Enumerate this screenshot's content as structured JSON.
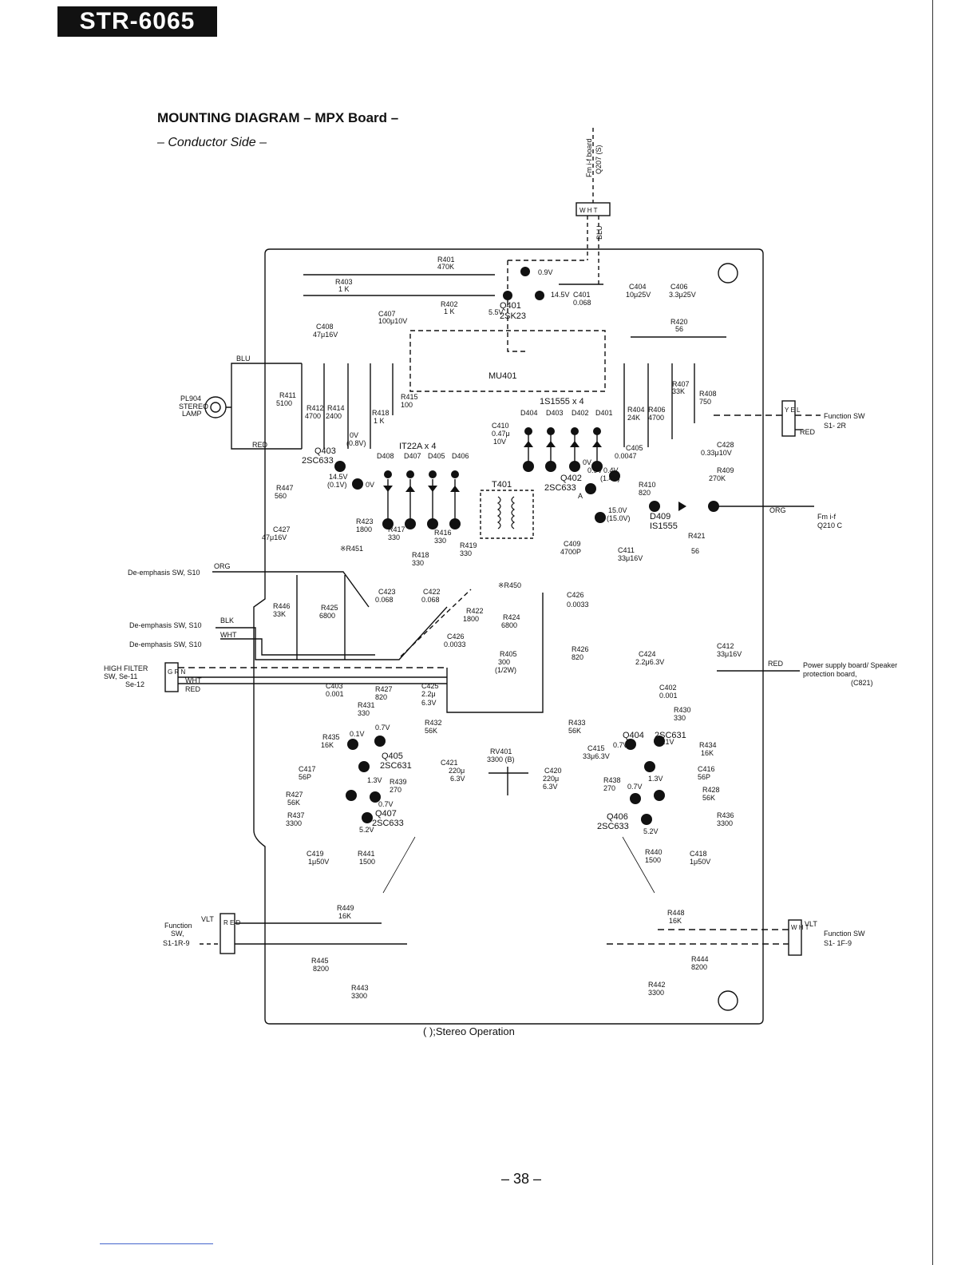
{
  "header": {
    "model": "STR-6065"
  },
  "title": "MOUNTING DIAGRAM – MPX Board –",
  "subtitle": "– Conductor Side –",
  "footnote": "(   );Stereo Operation",
  "page_number": "– 38 –",
  "connectors": {
    "top": {
      "pins": "W H T",
      "wire": "BLU",
      "label1": "Fm i-f board",
      "label2": "Q207 (S)"
    },
    "function_right": {
      "pins": "Y E L",
      "wire": "RED",
      "label1": "Function SW",
      "label2": "S1- 2R"
    },
    "fm_if_q210": {
      "wire": "ORG",
      "label1": "Fm i-f",
      "label2": "Q210 C"
    },
    "power": {
      "wire": "RED",
      "label1": "Power supply board/ Speaker",
      "label2": "protection board,",
      "label3": "(C821)"
    },
    "high_filter": {
      "pins": "G R N",
      "label1": "HIGH FILTER",
      "label2": "SW, Se-11",
      "label3": "Se-12",
      "wire1": "WHT",
      "wire2": "RED"
    },
    "deemph1": {
      "label": "De-emphasis SW, S10",
      "wire": "ORG"
    },
    "deemph2": {
      "label": "De-emphasis SW, S10",
      "wire": "BLK"
    },
    "deemph3": {
      "label": "De-emphasis SW, S10",
      "wire": "WHT"
    },
    "func_left": {
      "pins": "R E D",
      "wire": "VLT",
      "label1": "Function",
      "label2": "SW,",
      "label3": "S1-1R-9"
    },
    "func_right_bottom": {
      "pins": "W H T",
      "wire": "VLT",
      "label1": "Function SW",
      "label2": "S1- 1F-9"
    },
    "lamp": {
      "label1": "PL904",
      "label2": "STEREO",
      "label3": "LAMP",
      "wire1": "BLU",
      "wire2": "RED"
    }
  },
  "parts": [
    {
      "id": "r401",
      "text": "R401"
    },
    {
      "id": "r401v",
      "text": "470K"
    },
    {
      "id": "r403",
      "text": "R403"
    },
    {
      "id": "r403v",
      "text": "1 K"
    },
    {
      "id": "r402",
      "text": "R402"
    },
    {
      "id": "r402v",
      "text": "1 K"
    },
    {
      "id": "c408",
      "text": "C408"
    },
    {
      "id": "c408v",
      "text": "47μ16V"
    },
    {
      "id": "c407",
      "text": "C407"
    },
    {
      "id": "c407v",
      "text": "100μ10V"
    },
    {
      "id": "q401v1",
      "text": "0.9V"
    },
    {
      "id": "q401v2",
      "text": "14.5V"
    },
    {
      "id": "q401v3",
      "text": "5.5V"
    },
    {
      "id": "q401",
      "text": "Q401"
    },
    {
      "id": "q401t",
      "text": "2SK23"
    },
    {
      "id": "c401",
      "text": "C401"
    },
    {
      "id": "c401v",
      "text": "0.068"
    },
    {
      "id": "c404",
      "text": "C404"
    },
    {
      "id": "c404v",
      "text": "10μ25V"
    },
    {
      "id": "c406",
      "text": "C406"
    },
    {
      "id": "c406v",
      "text": "3.3μ25V"
    },
    {
      "id": "r420",
      "text": "R420"
    },
    {
      "id": "r420v",
      "text": "56"
    },
    {
      "id": "mu401",
      "text": "MU401"
    },
    {
      "id": "r411",
      "text": "R411"
    },
    {
      "id": "r411v",
      "text": "5100"
    },
    {
      "id": "r412",
      "text": "R412"
    },
    {
      "id": "r412v",
      "text": "4700"
    },
    {
      "id": "r414",
      "text": "R414"
    },
    {
      "id": "r414v",
      "text": "2400"
    },
    {
      "id": "r418",
      "text": "R418"
    },
    {
      "id": "r418v",
      "text": "1 K"
    },
    {
      "id": "r415",
      "text": "R415"
    },
    {
      "id": "r415v",
      "text": "100"
    },
    {
      "id": "is1555",
      "text": "1S1555 x 4"
    },
    {
      "id": "d404",
      "text": "D404"
    },
    {
      "id": "d403",
      "text": "D403"
    },
    {
      "id": "d402",
      "text": "D402"
    },
    {
      "id": "d401",
      "text": "D401"
    },
    {
      "id": "r404",
      "text": "R404"
    },
    {
      "id": "r404v",
      "text": "24K"
    },
    {
      "id": "r406",
      "text": "R406"
    },
    {
      "id": "r406v",
      "text": "4700"
    },
    {
      "id": "r407",
      "text": "R407"
    },
    {
      "id": "r407v",
      "text": "33K"
    },
    {
      "id": "r408",
      "text": "R408"
    },
    {
      "id": "r408v",
      "text": "750"
    },
    {
      "id": "c410",
      "text": "C410"
    },
    {
      "id": "c410v",
      "text": "0.47μ"
    },
    {
      "id": "c410v2",
      "text": "10V"
    },
    {
      "id": "q403v1",
      "text": "0V"
    },
    {
      "id": "q403v2",
      "text": "(0.8V)"
    },
    {
      "id": "q403",
      "text": "Q403"
    },
    {
      "id": "q403t",
      "text": "2SC633"
    },
    {
      "id": "it22a",
      "text": "IT22A x 4"
    },
    {
      "id": "d408",
      "text": "D408"
    },
    {
      "id": "d407",
      "text": "D407"
    },
    {
      "id": "d405",
      "text": "D405"
    },
    {
      "id": "d406",
      "text": "D406"
    },
    {
      "id": "c405",
      "text": "C405"
    },
    {
      "id": "c405v",
      "text": "0.0047"
    },
    {
      "id": "c428",
      "text": "C428"
    },
    {
      "id": "c428v",
      "text": "0.33μ10V"
    },
    {
      "id": "r409",
      "text": "R409"
    },
    {
      "id": "r409v",
      "text": "270K"
    },
    {
      "id": "q403v3",
      "text": "14.5V"
    },
    {
      "id": "q403v4",
      "text": "(0.1V)"
    },
    {
      "id": "q403v5",
      "text": "0V"
    },
    {
      "id": "q402v1",
      "text": "0V"
    },
    {
      "id": "q402v2",
      "text": "0.9V"
    },
    {
      "id": "q402v3",
      "text": "0.4V"
    },
    {
      "id": "q402v4",
      "text": "(1.4V)"
    },
    {
      "id": "q402",
      "text": "Q402"
    },
    {
      "id": "q402t",
      "text": "2SC633"
    },
    {
      "id": "q402a",
      "text": "A"
    },
    {
      "id": "r410",
      "text": "R410"
    },
    {
      "id": "r410v",
      "text": "820"
    },
    {
      "id": "r447",
      "text": "R447"
    },
    {
      "id": "r447v",
      "text": "560"
    },
    {
      "id": "t401",
      "text": "T401"
    },
    {
      "id": "q402v5",
      "text": "15.0V"
    },
    {
      "id": "q402v6",
      "text": "(15.0V)"
    },
    {
      "id": "d409",
      "text": "D409"
    },
    {
      "id": "d409t",
      "text": "IS1555"
    },
    {
      "id": "r421",
      "text": "R421"
    },
    {
      "id": "r421v",
      "text": "56"
    },
    {
      "id": "c427",
      "text": "C427"
    },
    {
      "id": "c427v",
      "text": "47μ16V"
    },
    {
      "id": "r423",
      "text": "R423"
    },
    {
      "id": "r423v",
      "text": "1800"
    },
    {
      "id": "r417",
      "text": "R417"
    },
    {
      "id": "r417v",
      "text": "330"
    },
    {
      "id": "r416",
      "text": "R416"
    },
    {
      "id": "r416v",
      "text": "330"
    },
    {
      "id": "r419",
      "text": "R419"
    },
    {
      "id": "r419v",
      "text": "330"
    },
    {
      "id": "r418b",
      "text": "R418"
    },
    {
      "id": "r418bv",
      "text": "330"
    },
    {
      "id": "r451",
      "text": "※R451"
    },
    {
      "id": "c409",
      "text": "C409"
    },
    {
      "id": "c409v",
      "text": "4700P"
    },
    {
      "id": "c411",
      "text": "C411"
    },
    {
      "id": "c411v",
      "text": "33μ16V"
    },
    {
      "id": "c423",
      "text": "C423"
    },
    {
      "id": "c423v",
      "text": "0.068"
    },
    {
      "id": "c422",
      "text": "C422"
    },
    {
      "id": "c422v",
      "text": "0.068"
    },
    {
      "id": "r450",
      "text": "※R450"
    },
    {
      "id": "c426",
      "text": "C426"
    },
    {
      "id": "c426v",
      "text": "0.0033"
    },
    {
      "id": "r446",
      "text": "R446"
    },
    {
      "id": "r446v",
      "text": "33K"
    },
    {
      "id": "r425",
      "text": "R425"
    },
    {
      "id": "r425v",
      "text": "6800"
    },
    {
      "id": "r422",
      "text": "R422"
    },
    {
      "id": "r422v",
      "text": "1800"
    },
    {
      "id": "r424",
      "text": "R424"
    },
    {
      "id": "r424v",
      "text": "6800"
    },
    {
      "id": "c426b",
      "text": "C426"
    },
    {
      "id": "c426bv",
      "text": "0.0033"
    },
    {
      "id": "r405",
      "text": "R405"
    },
    {
      "id": "r405v",
      "text": "300"
    },
    {
      "id": "r405v2",
      "text": "(1/2W)"
    },
    {
      "id": "r426",
      "text": "R426"
    },
    {
      "id": "r426v",
      "text": "820"
    },
    {
      "id": "c424",
      "text": "C424"
    },
    {
      "id": "c424v",
      "text": "2.2μ6.3V"
    },
    {
      "id": "c412",
      "text": "C412"
    },
    {
      "id": "c412v",
      "text": "33μ16V"
    },
    {
      "id": "c403",
      "text": "C403"
    },
    {
      "id": "c403v",
      "text": "0.001"
    },
    {
      "id": "r427",
      "text": "R427"
    },
    {
      "id": "r427v",
      "text": "820"
    },
    {
      "id": "c425",
      "text": "C425"
    },
    {
      "id": "c425v",
      "text": "2.2μ"
    },
    {
      "id": "c425v2",
      "text": "6.3V"
    },
    {
      "id": "c402",
      "text": "C402"
    },
    {
      "id": "c402v",
      "text": "0.001"
    },
    {
      "id": "r431",
      "text": "R431"
    },
    {
      "id": "r431v",
      "text": "330"
    },
    {
      "id": "r430",
      "text": "R430"
    },
    {
      "id": "r430v",
      "text": "330"
    },
    {
      "id": "r435",
      "text": "R435"
    },
    {
      "id": "r435v",
      "text": "16K"
    },
    {
      "id": "q405v1",
      "text": "0.1V"
    },
    {
      "id": "q405v2",
      "text": "0.7V"
    },
    {
      "id": "r432",
      "text": "R432"
    },
    {
      "id": "r432v",
      "text": "56K"
    },
    {
      "id": "r433",
      "text": "R433"
    },
    {
      "id": "r433v",
      "text": "56K"
    },
    {
      "id": "q404",
      "text": "Q404"
    },
    {
      "id": "q404t",
      "text": "2SC631"
    },
    {
      "id": "q404v1",
      "text": "0.1V"
    },
    {
      "id": "q404v2",
      "text": "0.7V"
    },
    {
      "id": "r434",
      "text": "R434"
    },
    {
      "id": "r434v",
      "text": "16K"
    },
    {
      "id": "q405",
      "text": "Q405"
    },
    {
      "id": "q405t",
      "text": "2SC631"
    },
    {
      "id": "c415",
      "text": "C415"
    },
    {
      "id": "c415v",
      "text": "33μ6.3V"
    },
    {
      "id": "c417",
      "text": "C417"
    },
    {
      "id": "c417v",
      "text": "56P"
    },
    {
      "id": "q405v3",
      "text": "1.3V"
    },
    {
      "id": "c421",
      "text": "C421"
    },
    {
      "id": "c421v",
      "text": "220μ"
    },
    {
      "id": "c421v2",
      "text": "6.3V"
    },
    {
      "id": "rv401",
      "text": "RV401"
    },
    {
      "id": "rv401v",
      "text": "3300 (B)"
    },
    {
      "id": "c420",
      "text": "C420"
    },
    {
      "id": "c420v",
      "text": "220μ"
    },
    {
      "id": "c420v2",
      "text": "6.3V"
    },
    {
      "id": "q404v3",
      "text": "1.3V"
    },
    {
      "id": "c416",
      "text": "C416"
    },
    {
      "id": "c416v",
      "text": "56P"
    },
    {
      "id": "r439",
      "text": "R439"
    },
    {
      "id": "r439v",
      "text": "270"
    },
    {
      "id": "r438",
      "text": "R438"
    },
    {
      "id": "r438v",
      "text": "270"
    },
    {
      "id": "r427b",
      "text": "R427"
    },
    {
      "id": "r427bv",
      "text": "56K"
    },
    {
      "id": "q407v1",
      "text": "0.7V"
    },
    {
      "id": "r428",
      "text": "R428"
    },
    {
      "id": "r428v",
      "text": "56K"
    },
    {
      "id": "q406v1",
      "text": "0.7V"
    },
    {
      "id": "q407",
      "text": "Q407"
    },
    {
      "id": "q407t",
      "text": "2SC633"
    },
    {
      "id": "r437",
      "text": "R437"
    },
    {
      "id": "r437v",
      "text": "3300"
    },
    {
      "id": "q407v2",
      "text": "5.2V"
    },
    {
      "id": "q406",
      "text": "Q406"
    },
    {
      "id": "q406t",
      "text": "2SC633"
    },
    {
      "id": "r436",
      "text": "R436"
    },
    {
      "id": "r436v",
      "text": "3300"
    },
    {
      "id": "q406v2",
      "text": "5.2V"
    },
    {
      "id": "c419",
      "text": "C419"
    },
    {
      "id": "c419v",
      "text": "1μ50V"
    },
    {
      "id": "r441",
      "text": "R441"
    },
    {
      "id": "r441v",
      "text": "1500"
    },
    {
      "id": "r440",
      "text": "R440"
    },
    {
      "id": "r440v",
      "text": "1500"
    },
    {
      "id": "c418",
      "text": "C418"
    },
    {
      "id": "c418v",
      "text": "1μ50V"
    },
    {
      "id": "r449",
      "text": "R449"
    },
    {
      "id": "r449v",
      "text": "16K"
    },
    {
      "id": "r448",
      "text": "R448"
    },
    {
      "id": "r448v",
      "text": "16K"
    },
    {
      "id": "r445",
      "text": "R445"
    },
    {
      "id": "r445v",
      "text": "8200"
    },
    {
      "id": "r444",
      "text": "R444"
    },
    {
      "id": "r444v",
      "text": "8200"
    },
    {
      "id": "r443",
      "text": "R443"
    },
    {
      "id": "r443v",
      "text": "3300"
    },
    {
      "id": "r442",
      "text": "R442"
    },
    {
      "id": "r442v",
      "text": "3300"
    }
  ]
}
